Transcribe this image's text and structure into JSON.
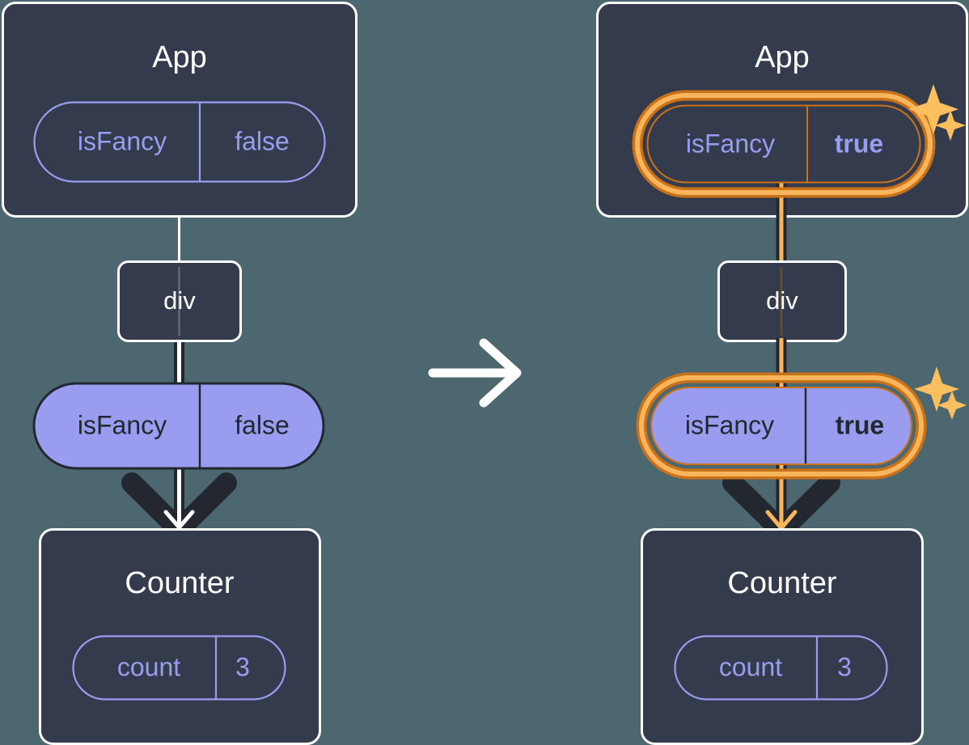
{
  "diagram": {
    "title": "React state propagation: isFancy toggles from false to true",
    "background_color": "#4d6770",
    "box_fill_color": "#343b4c",
    "box_border_color": "#ffffff",
    "pill_purple_color": "#9a9cf0",
    "pill_outline_color": "#9a9cf0",
    "highlight_outer_color": "#c9721a",
    "highlight_inner_color": "#f9b55c",
    "sparkle_color": "#fbbf60",
    "line_dark_color": "#23272f",
    "line_light_color": "#ffffff",
    "line_amber_color": "#f9b55c",
    "transition_arrow_icon": "arrow-right-icon"
  },
  "panels": [
    {
      "id": "before",
      "app": {
        "title": "App",
        "pill": {
          "key": "isFancy",
          "value": "false",
          "style": "outline",
          "highlighted": false,
          "value_bold": false
        }
      },
      "div": {
        "label": "div"
      },
      "prop_pill": {
        "key": "isFancy",
        "value": "false",
        "style": "solid",
        "highlighted": false,
        "value_bold": false
      },
      "counter": {
        "title": "Counter",
        "pill": {
          "key": "count",
          "value": "3",
          "style": "outline",
          "highlighted": false,
          "value_bold": false
        }
      },
      "sparkles": false
    },
    {
      "id": "after",
      "app": {
        "title": "App",
        "pill": {
          "key": "isFancy",
          "value": "true",
          "style": "outline",
          "highlighted": true,
          "value_bold": true
        }
      },
      "div": {
        "label": "div"
      },
      "prop_pill": {
        "key": "isFancy",
        "value": "true",
        "style": "solid",
        "highlighted": true,
        "value_bold": true
      },
      "counter": {
        "title": "Counter",
        "pill": {
          "key": "count",
          "value": "3",
          "style": "outline",
          "highlighted": false,
          "value_bold": false
        }
      },
      "sparkles": true
    }
  ]
}
